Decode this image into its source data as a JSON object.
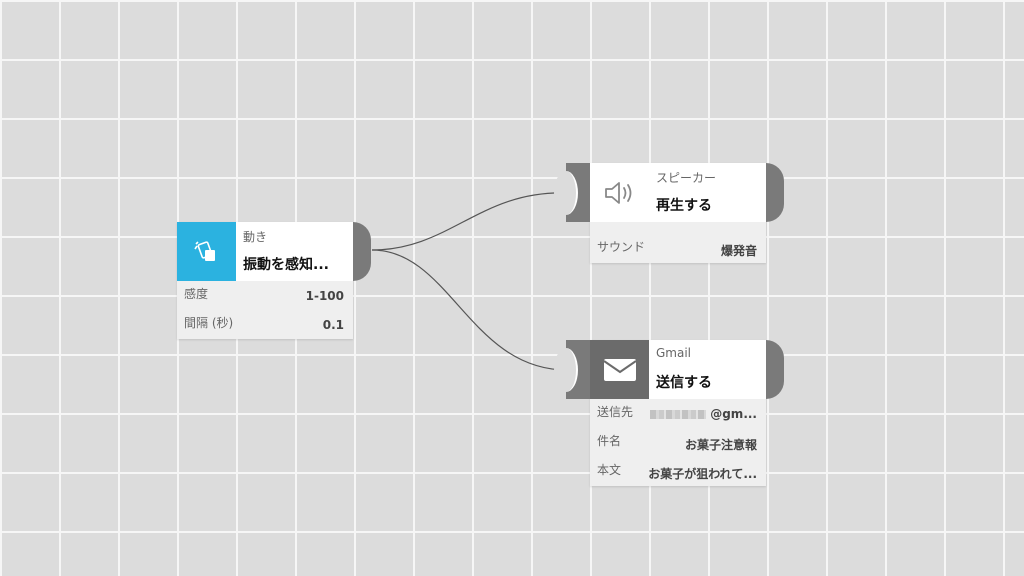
{
  "colors": {
    "motion_accent": "#2bb2e0",
    "gmail_icon_bg": "#6b6b6b",
    "port": "#7a7a7a",
    "wire": "#555555"
  },
  "nodes": {
    "motion": {
      "icon": "shake-device-icon",
      "category": "動き",
      "action": "振動を感知...",
      "props": [
        {
          "label": "感度",
          "value": "1-100"
        },
        {
          "label": "間隔 (秒)",
          "value": "0.1"
        }
      ]
    },
    "speaker": {
      "icon": "speaker-icon",
      "category": "スピーカー",
      "action": "再生する",
      "props": [
        {
          "label": "サウンド",
          "value": "爆発音"
        }
      ]
    },
    "gmail": {
      "icon": "envelope-icon",
      "category": "Gmail",
      "action": "送信する",
      "props": [
        {
          "label": "送信先",
          "value": "@gm..."
        },
        {
          "label": "件名",
          "value": "お菓子注意報"
        },
        {
          "label": "本文",
          "value": "お菓子が狙われて..."
        }
      ]
    }
  }
}
